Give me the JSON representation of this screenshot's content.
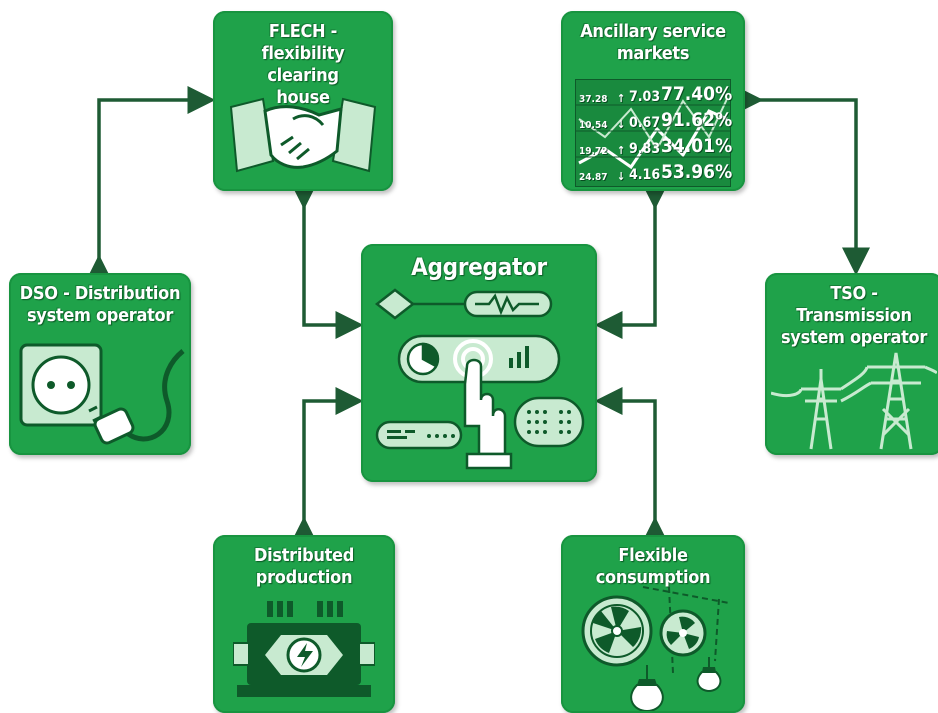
{
  "nodes": {
    "flech": "FLECH - flexibility clearing house",
    "ancillary": "Ancillary service markets",
    "dso": "DSO - Distribution system operator",
    "tso": "TSO - Transmission system operator",
    "aggregator": "Aggregator",
    "distributed": "Distributed production",
    "flexible": "Flexible consumption"
  },
  "ticker": [
    {
      "v1": "37.28",
      "dir": "up",
      "v2": "7.03",
      "v3": "77.40%"
    },
    {
      "v1": "10.54",
      "dir": "down",
      "v2": "0.67",
      "v3": "91.62%"
    },
    {
      "v1": "19.72",
      "dir": "up",
      "v2": "9.83",
      "v3": "34.01%"
    },
    {
      "v1": "24.87",
      "dir": "down",
      "v2": "4.16",
      "v3": "53.96%"
    }
  ],
  "colors": {
    "tile": "#1fa24a",
    "arrow": "#1e5b34",
    "icon_light": "#c8ead0"
  }
}
